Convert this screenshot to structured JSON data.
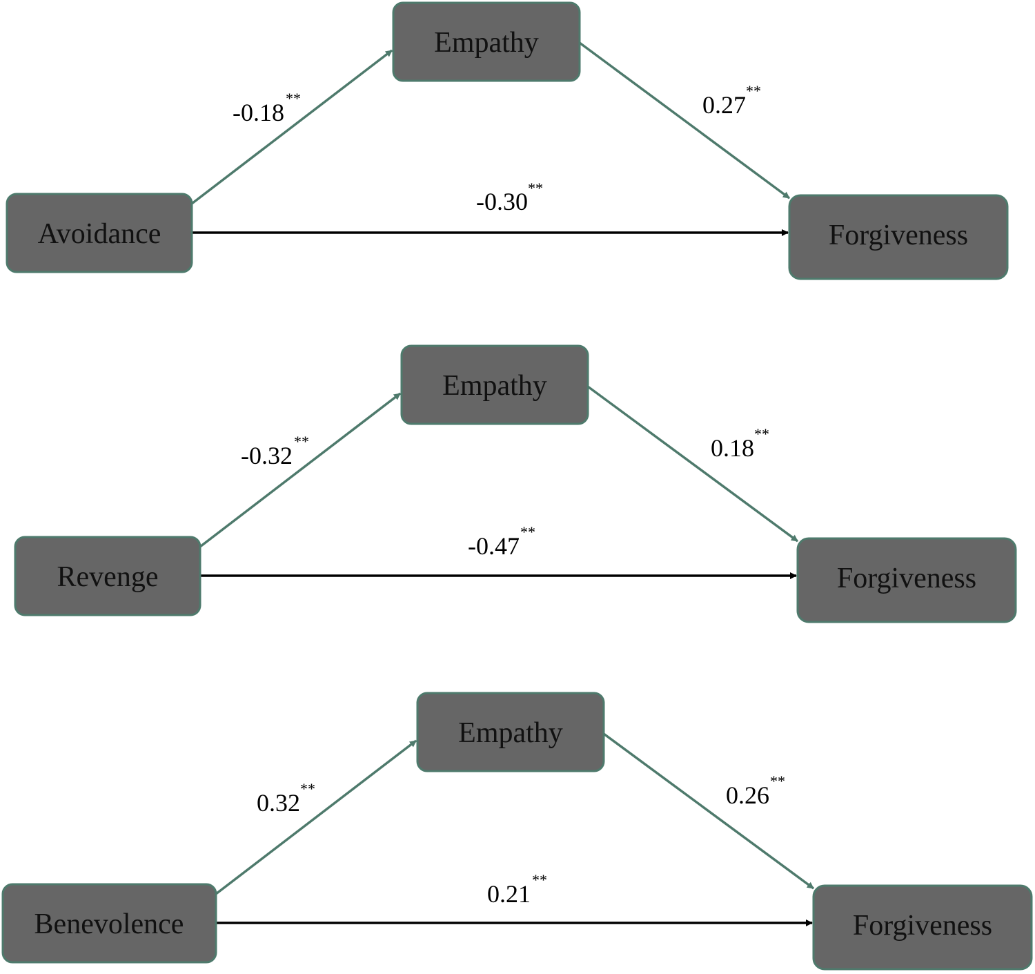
{
  "colors": {
    "box_fill": "#666666",
    "box_border": "#4e7a6c",
    "mediator_arrow": "#4e7a6c",
    "direct_arrow": "#000000"
  },
  "models": [
    {
      "predictor": "Avoidance",
      "mediator": "Empathy",
      "outcome": "Forgiveness",
      "a_path": {
        "value": "-0.18",
        "sig": "**"
      },
      "b_path": {
        "value": "0.27",
        "sig": "**"
      },
      "c_path": {
        "value": "-0.30",
        "sig": "**"
      }
    },
    {
      "predictor": "Revenge",
      "mediator": "Empathy",
      "outcome": "Forgiveness",
      "a_path": {
        "value": "-0.32",
        "sig": "**"
      },
      "b_path": {
        "value": "0.18",
        "sig": "**"
      },
      "c_path": {
        "value": "-0.47",
        "sig": "**"
      }
    },
    {
      "predictor": "Benevolence",
      "mediator": "Empathy",
      "outcome": "Forgiveness",
      "a_path": {
        "value": "0.32",
        "sig": "**"
      },
      "b_path": {
        "value": "0.26",
        "sig": "**"
      },
      "c_path": {
        "value": "0.21",
        "sig": "**"
      }
    }
  ]
}
